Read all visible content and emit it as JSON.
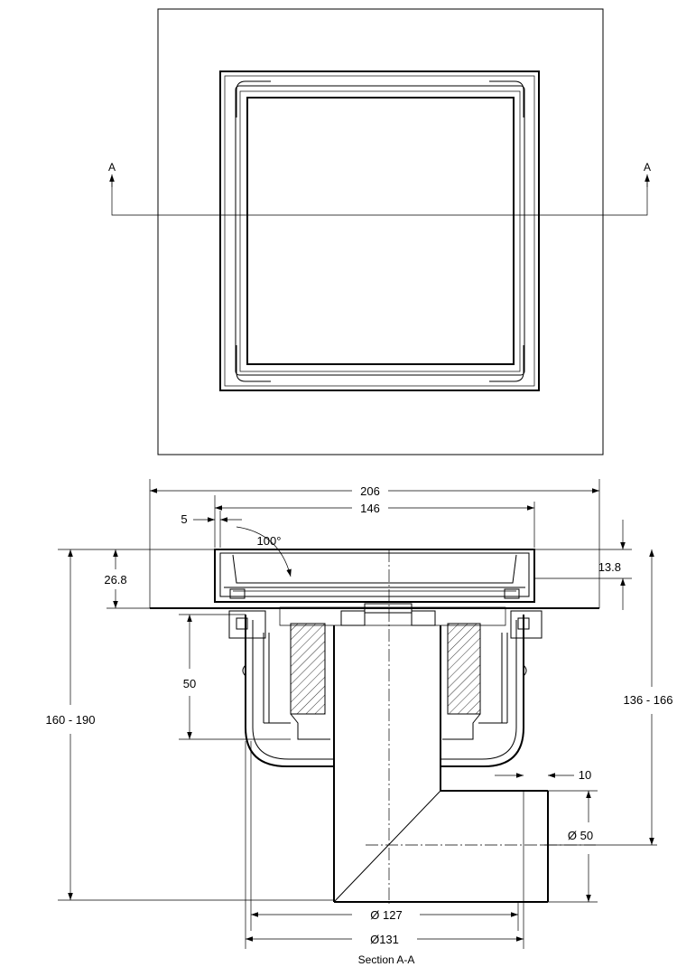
{
  "top_view": {
    "section_marker_left": "A",
    "section_marker_right": "A"
  },
  "dimensions": {
    "overall_width": "206",
    "inner_width": "146",
    "flange_offset": "5",
    "drain_angle": "100°",
    "grate_height": "26.8",
    "frame_height": "13.8",
    "trap_seal": "50",
    "total_height": "160 - 190",
    "outlet_height": "136 - 166",
    "outlet_offset": "10",
    "outlet_diameter": "Ø 50",
    "body_diameter": "Ø 127",
    "outer_diameter": "Ø131"
  },
  "caption": "Section A-A"
}
